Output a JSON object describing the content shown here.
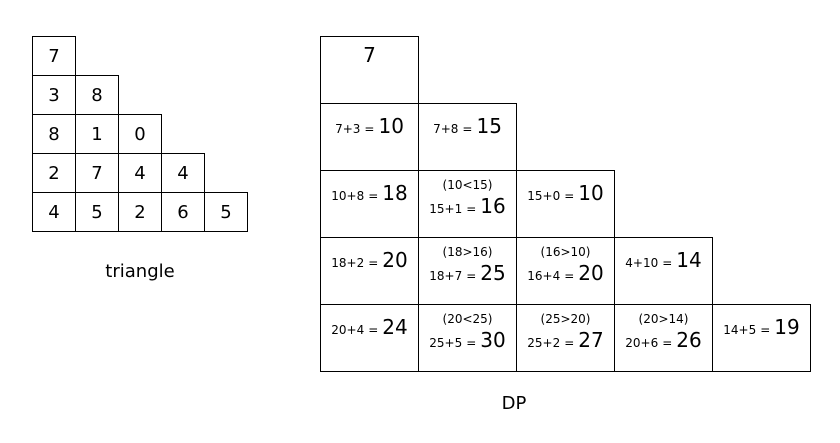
{
  "triangle": {
    "caption": "triangle",
    "rows": [
      [
        "7"
      ],
      [
        "3",
        "8"
      ],
      [
        "8",
        "1",
        "0"
      ],
      [
        "2",
        "7",
        "4",
        "4"
      ],
      [
        "4",
        "5",
        "2",
        "6",
        "5"
      ]
    ]
  },
  "dp": {
    "caption": "DP",
    "rows": [
      [
        {
          "single": "7"
        }
      ],
      [
        {
          "cmp": "",
          "expr": "7+3",
          "result": "10"
        },
        {
          "cmp": "",
          "expr": "7+8",
          "result": "15"
        }
      ],
      [
        {
          "cmp": "",
          "expr": "10+8",
          "result": "18"
        },
        {
          "cmp": "(10<15)",
          "expr": "15+1",
          "result": "16"
        },
        {
          "cmp": "",
          "expr": "15+0",
          "result": "10"
        }
      ],
      [
        {
          "cmp": "",
          "expr": "18+2",
          "result": "20"
        },
        {
          "cmp": "(18>16)",
          "expr": "18+7",
          "result": "25"
        },
        {
          "cmp": "(16>10)",
          "expr": "16+4",
          "result": "20"
        },
        {
          "cmp": "",
          "expr": "4+10",
          "result": "14"
        }
      ],
      [
        {
          "cmp": "",
          "expr": "20+4",
          "result": "24"
        },
        {
          "cmp": "(20<25)",
          "expr": "25+5",
          "result": "30"
        },
        {
          "cmp": "(25>20)",
          "expr": "25+2",
          "result": "27"
        },
        {
          "cmp": "(20>14)",
          "expr": "20+6",
          "result": "26"
        },
        {
          "cmp": "",
          "expr": "14+5",
          "result": "19"
        }
      ]
    ]
  }
}
